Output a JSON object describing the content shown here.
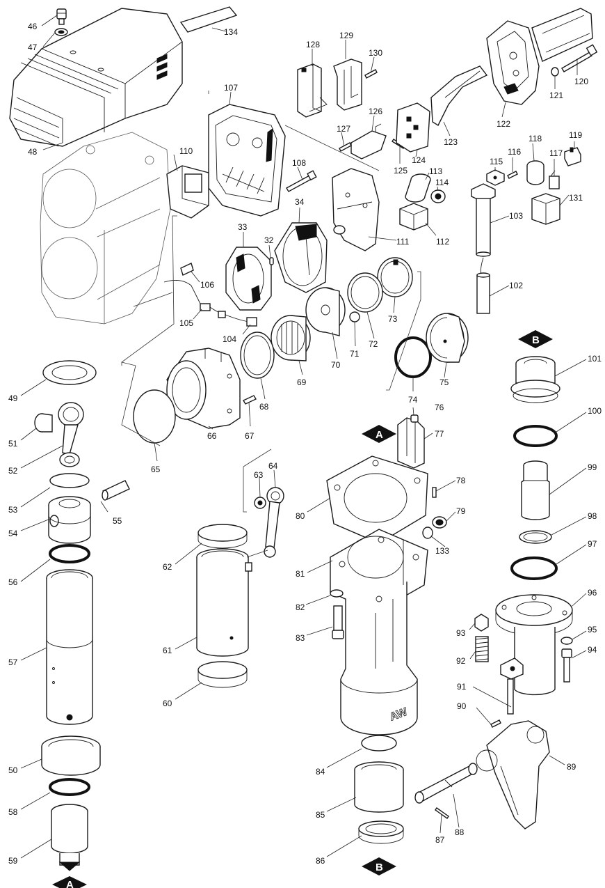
{
  "callouts": {
    "n46": "46",
    "n47": "47",
    "n48": "48",
    "n134": "134",
    "n107": "107",
    "n110": "110",
    "n108": "108",
    "n128": "128",
    "n129": "129",
    "n130": "130",
    "n126": "126",
    "n127": "127",
    "n125": "125",
    "n124": "124",
    "n123": "123",
    "n122": "122",
    "n121": "121",
    "n120": "120",
    "n113": "113",
    "n114": "114",
    "n111": "111",
    "n112": "112",
    "n115": "115",
    "n116": "116",
    "n118": "118",
    "n117": "117",
    "n119": "119",
    "n131": "131",
    "n103": "103",
    "n102": "102",
    "n33": "33",
    "n32": "32",
    "n34": "34",
    "n106": "106",
    "n105": "105",
    "n104": "104",
    "n73": "73",
    "n72": "72",
    "n71": "71",
    "n70": "70",
    "n69": "69",
    "n68": "68",
    "n67": "67",
    "n66": "66",
    "n65": "65",
    "n74": "74",
    "n75": "75",
    "n101": "101",
    "n100": "100",
    "n99": "99",
    "n98": "98",
    "n97": "97",
    "n96": "96",
    "n95": "95",
    "n94": "94",
    "n93": "93",
    "n92": "92",
    "n91": "91",
    "n90": "90",
    "n89": "89",
    "n88": "88",
    "n87": "87",
    "n76": "76",
    "n77": "77",
    "n78": "78",
    "n79": "79",
    "n80": "80",
    "n133": "133",
    "n81": "81",
    "n82": "82",
    "n83": "83",
    "n84": "84",
    "n85": "85",
    "n86": "86",
    "n62": "62",
    "n61": "61",
    "n60": "60",
    "n63": "63",
    "n64": "64",
    "n49": "49",
    "n51": "51",
    "n52": "52",
    "n53": "53",
    "n54": "54",
    "n55": "55",
    "n56": "56",
    "n57": "57",
    "n50": "50",
    "n58": "58",
    "n59": "59"
  },
  "tags": {
    "tag_a_mid": "A",
    "tag_b_right": "B",
    "tag_b_bottom": "B",
    "tag_a_bottom": "A"
  },
  "markings": {
    "casting_logo": "AW"
  }
}
